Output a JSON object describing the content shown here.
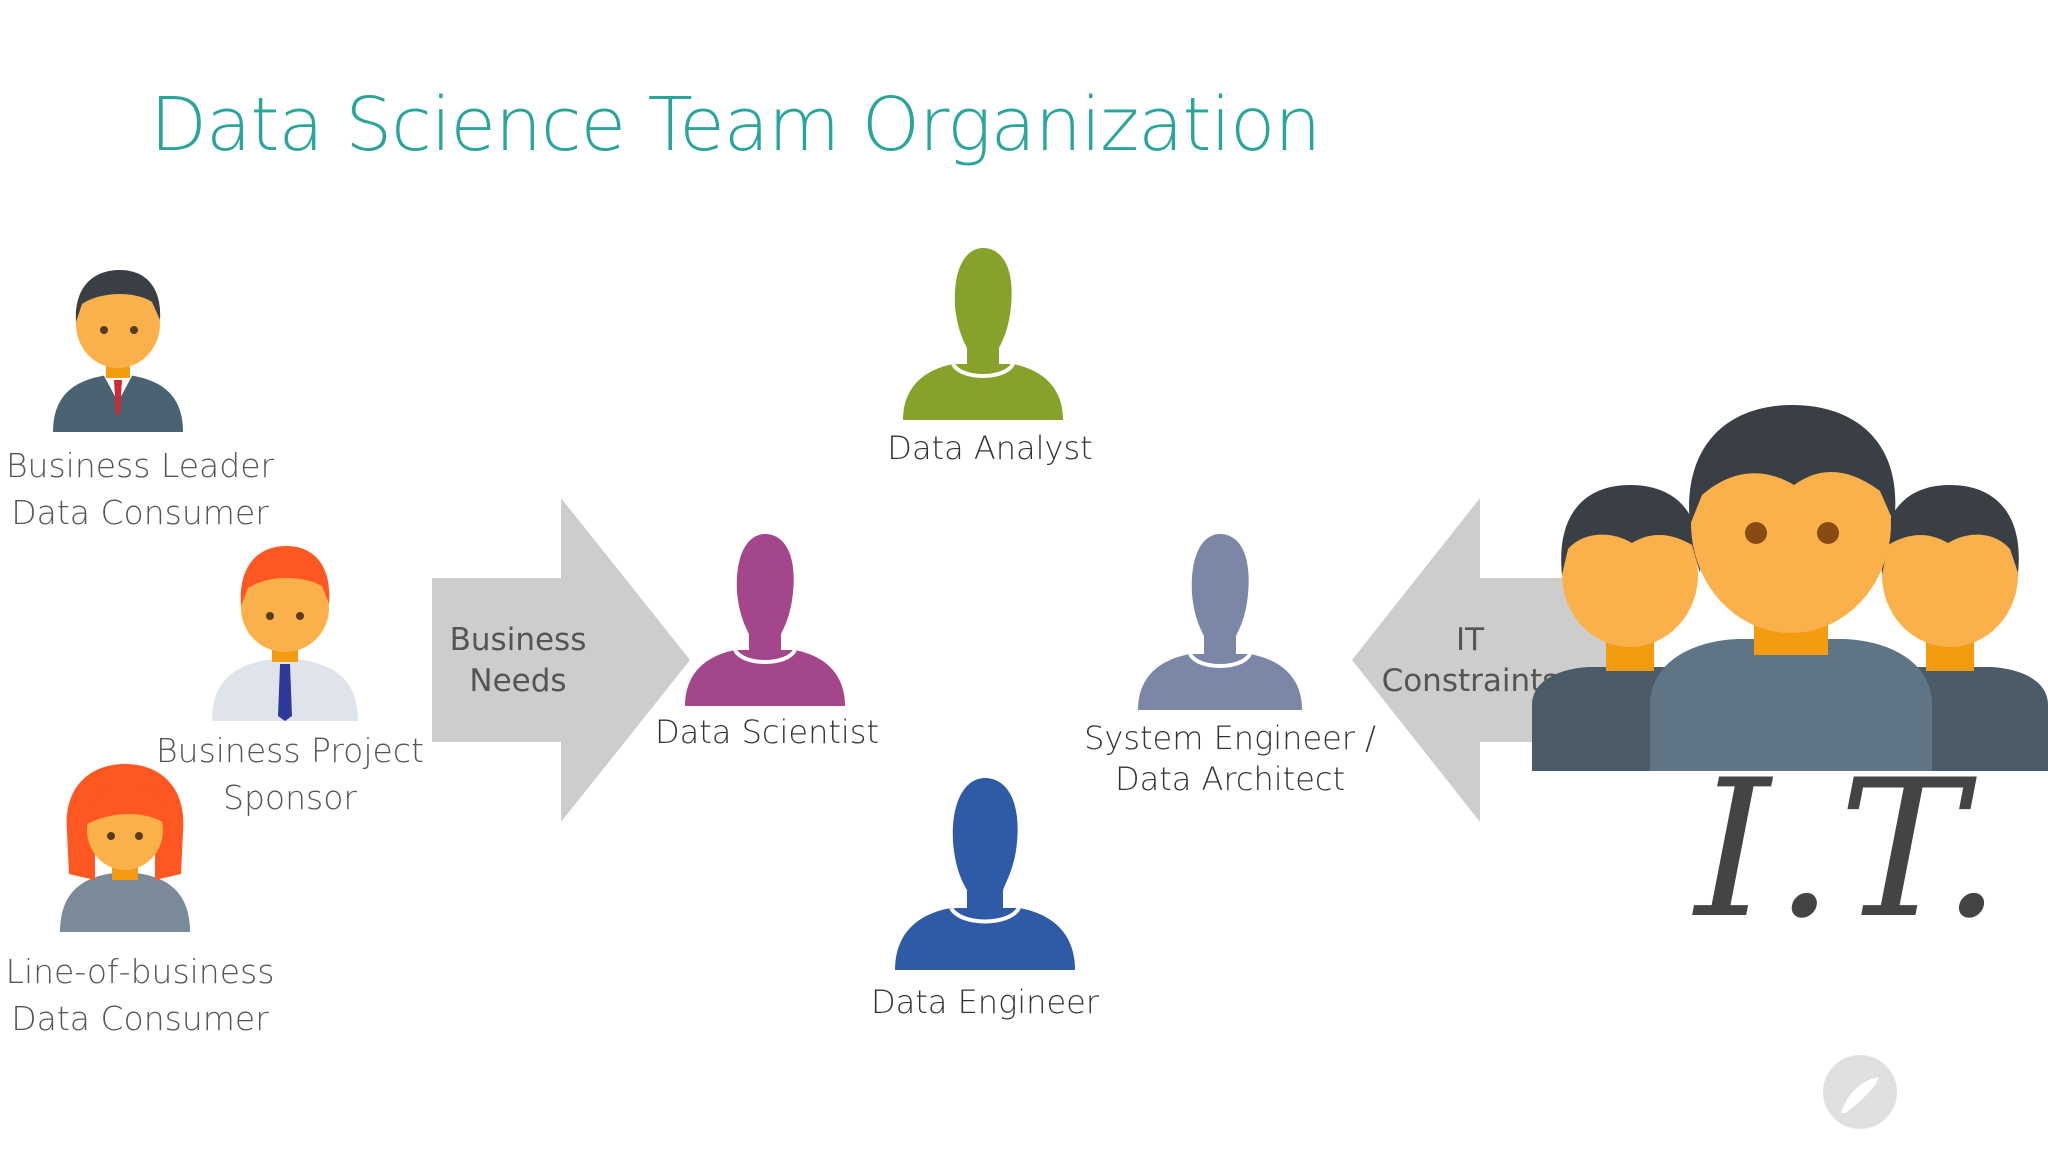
{
  "title": "Data Science Team Organization",
  "roles": {
    "business_leader": [
      "Business Leader",
      "Data Consumer"
    ],
    "business_project_sponsor": [
      "Business Project",
      "Sponsor"
    ],
    "lob_consumer": [
      "Line-of-business",
      "Data Consumer"
    ],
    "data_analyst": "Data Analyst",
    "data_scientist": "Data Scientist",
    "data_engineer": "Data Engineer",
    "system_engineer": [
      "System Engineer /",
      "Data Architect"
    ]
  },
  "arrows": {
    "business_needs": [
      "Business",
      "Needs"
    ],
    "it_constraints": [
      "IT",
      "Constraints"
    ]
  },
  "it_label": "I.T.",
  "colors": {
    "title": "#2aa59b",
    "data_analyst": "#86a22a",
    "data_scientist": "#a4468c",
    "data_engineer": "#2f5aa6",
    "system_engineer": "#7c86a6",
    "arrow": "#cdcdcd",
    "skin": "#fbb14b",
    "hair": "#3a3f45"
  },
  "icons": [
    "person-icon",
    "silhouette-icon",
    "group-icon",
    "logo-icon"
  ]
}
